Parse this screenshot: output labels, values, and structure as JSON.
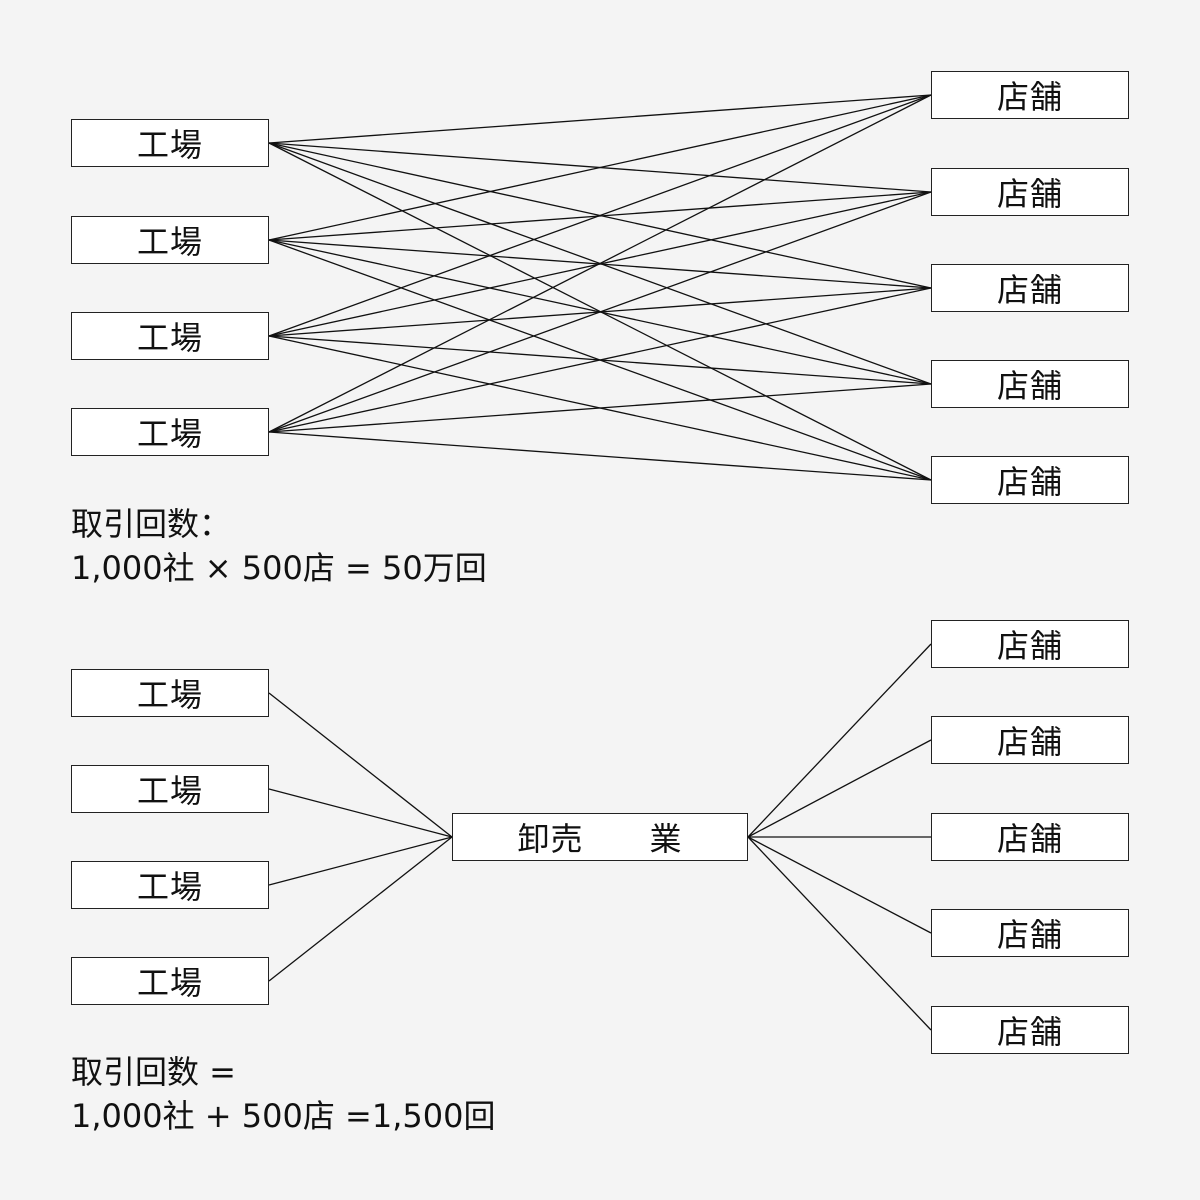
{
  "top_diagram": {
    "factories": [
      "工場",
      "工場",
      "工場",
      "工場"
    ],
    "stores": [
      "店舗",
      "店舗",
      "店舗",
      "店舗",
      "店舗"
    ],
    "caption_line1": "取引回数：",
    "caption_line2": "1,000社 × 500店 = 50万回"
  },
  "bottom_diagram": {
    "factories": [
      "工場",
      "工場",
      "工場",
      "工場"
    ],
    "wholesaler": "卸売　　業",
    "stores": [
      "店舗",
      "店舗",
      "店舗",
      "店舗",
      "店舗"
    ],
    "caption_line1": "取引回数 =",
    "caption_line2": "1,000社 + 500店 =1,500回"
  }
}
